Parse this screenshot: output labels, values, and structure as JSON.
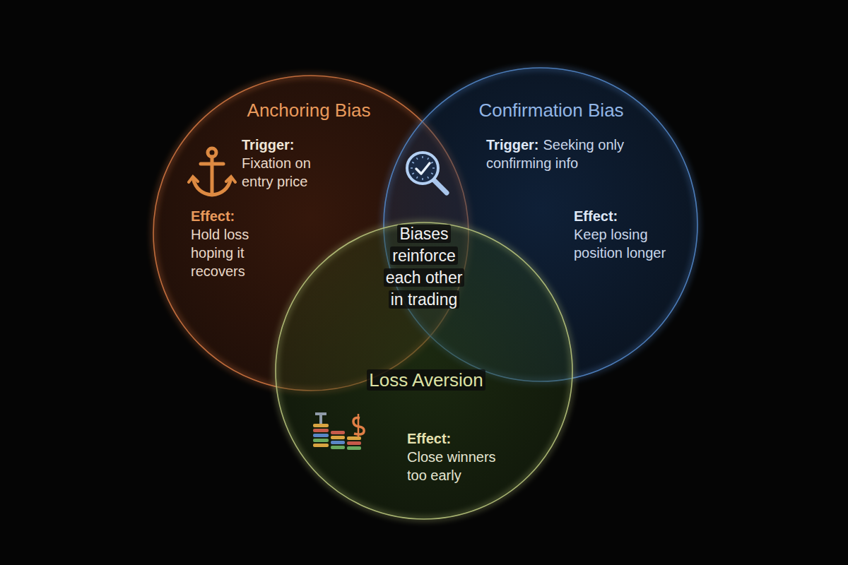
{
  "diagram": {
    "nodes": [
      {
        "text": [
          "Anchoring Bias",
          "Trigger:",
          "Fixation on entry price",
          "Effect:",
          "Hold loss hoping it recovers"
        ]
      },
      {
        "text": [
          "Confirmation Bias",
          "Trigger:",
          "Seeking only confirming info",
          "Effect:",
          "Keep losing position longer"
        ]
      },
      {
        "text": [
          "Loss Aversion",
          "Effect:",
          "Close winners too early"
        ]
      }
    ],
    "labels": [
      "Biases reinforce each other in trading"
    ]
  }
}
